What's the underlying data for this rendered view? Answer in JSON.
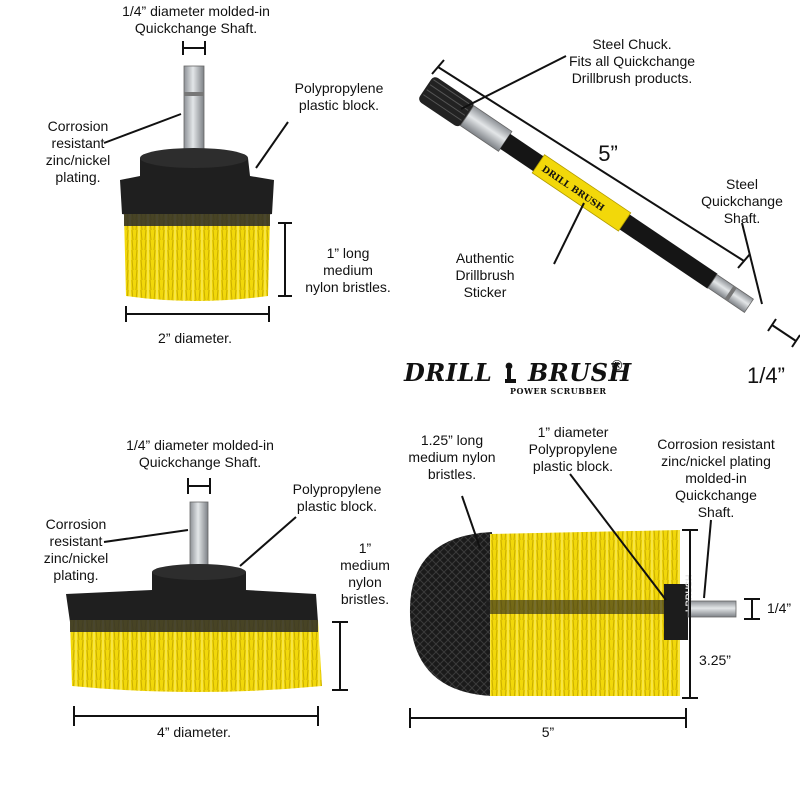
{
  "brand": {
    "wordmark_left": "DRILL",
    "wordmark_right": "BRUSH",
    "registered": "®",
    "tagline": "POWER SCRUBBER",
    "sticker_text": "DRILL BRUSH",
    "side_text": "LBRUSH"
  },
  "colors": {
    "bristle_yellow": "#f2d80a",
    "block_black": "#1f1f1f",
    "shaft_silver": "#bfc3c7"
  },
  "brush_2in": {
    "shaft_label": [
      "1/4” diameter molded-in",
      "Quickchange Shaft."
    ],
    "block_label": [
      "Polypropylene",
      "plastic block."
    ],
    "plating_label": [
      "Corrosion",
      "resistant",
      "zinc/nickel",
      "plating."
    ],
    "bristle_label": [
      "1” long",
      "medium",
      "nylon bristles."
    ],
    "diameter_label": "2” diameter."
  },
  "extension": {
    "chuck_label": [
      "Steel Chuck.",
      "Fits all Quickchange",
      "Drillbrush products."
    ],
    "length_label": "5”",
    "shaft_label": [
      "Steel",
      "Quickchange",
      "Shaft."
    ],
    "sticker_label": [
      "Authentic",
      "Drillbrush",
      "Sticker"
    ],
    "diameter_label": "1/4”"
  },
  "brush_4in": {
    "shaft_label": [
      "1/4” diameter molded-in",
      "Quickchange Shaft."
    ],
    "block_label": [
      "Polypropylene",
      "plastic block."
    ],
    "plating_label": [
      "Corrosion",
      "resistant",
      "zinc/nickel",
      "plating."
    ],
    "bristle_label": [
      "1”",
      "medium",
      "nylon",
      "bristles."
    ],
    "diameter_label": "4” diameter."
  },
  "cone_brush": {
    "bristle_label": [
      "1.25” long",
      "medium nylon",
      "bristles."
    ],
    "block_label": [
      "1” diameter",
      "Polypropylene",
      "plastic block."
    ],
    "plating_label": [
      "Corrosion resistant",
      "zinc/nickel plating",
      "molded-in",
      "Quickchange",
      "Shaft."
    ],
    "shaft_diameter_label": "1/4”",
    "diameter_label": "3.25”",
    "length_label": "5”"
  }
}
